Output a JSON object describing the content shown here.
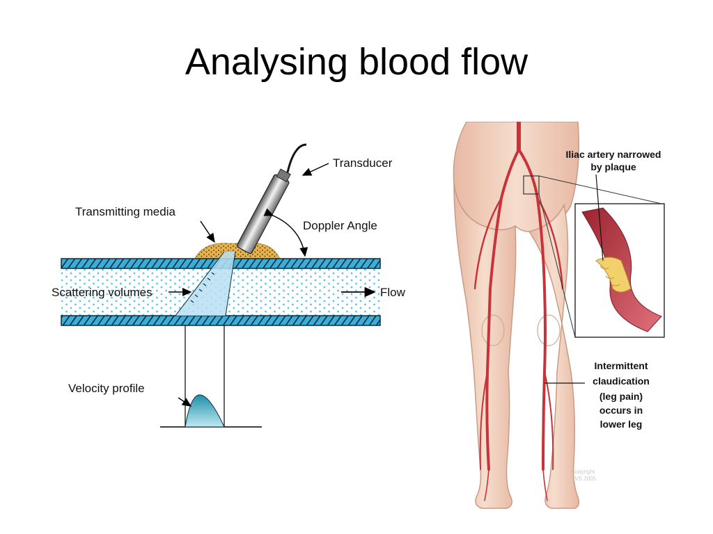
{
  "slide": {
    "title": "Analysing blood flow"
  },
  "doppler_diagram": {
    "labels": {
      "transducer": "Transducer",
      "transmitting_media": "Transmitting media",
      "doppler_angle": "Doppler Angle",
      "scattering_volumes": "Scattering volumes",
      "flow": "Flow",
      "velocity_profile": "Velocity profile"
    },
    "colors": {
      "vessel_wall": "#3aaed8",
      "blood_dots": "#5ec3ea",
      "gel": "#e8b24a",
      "beam": "#b9dff2",
      "profile_fill": "#35a8c4"
    }
  },
  "leg_illustration": {
    "labels": {
      "iliac_line1": "Iliac artery narrowed",
      "iliac_line2": "by plaque",
      "claudication_lines": [
        "Intermittent",
        "claudication",
        "(leg pain)",
        "occurs in",
        "lower leg"
      ],
      "copyright_line1": "Copyright",
      "copyright_line2": "SVS 2005"
    },
    "colors": {
      "skin": "#f3d6c4",
      "skin_outline": "#c99a84",
      "artery": "#c8333a",
      "plaque": "#f2d06b"
    }
  }
}
